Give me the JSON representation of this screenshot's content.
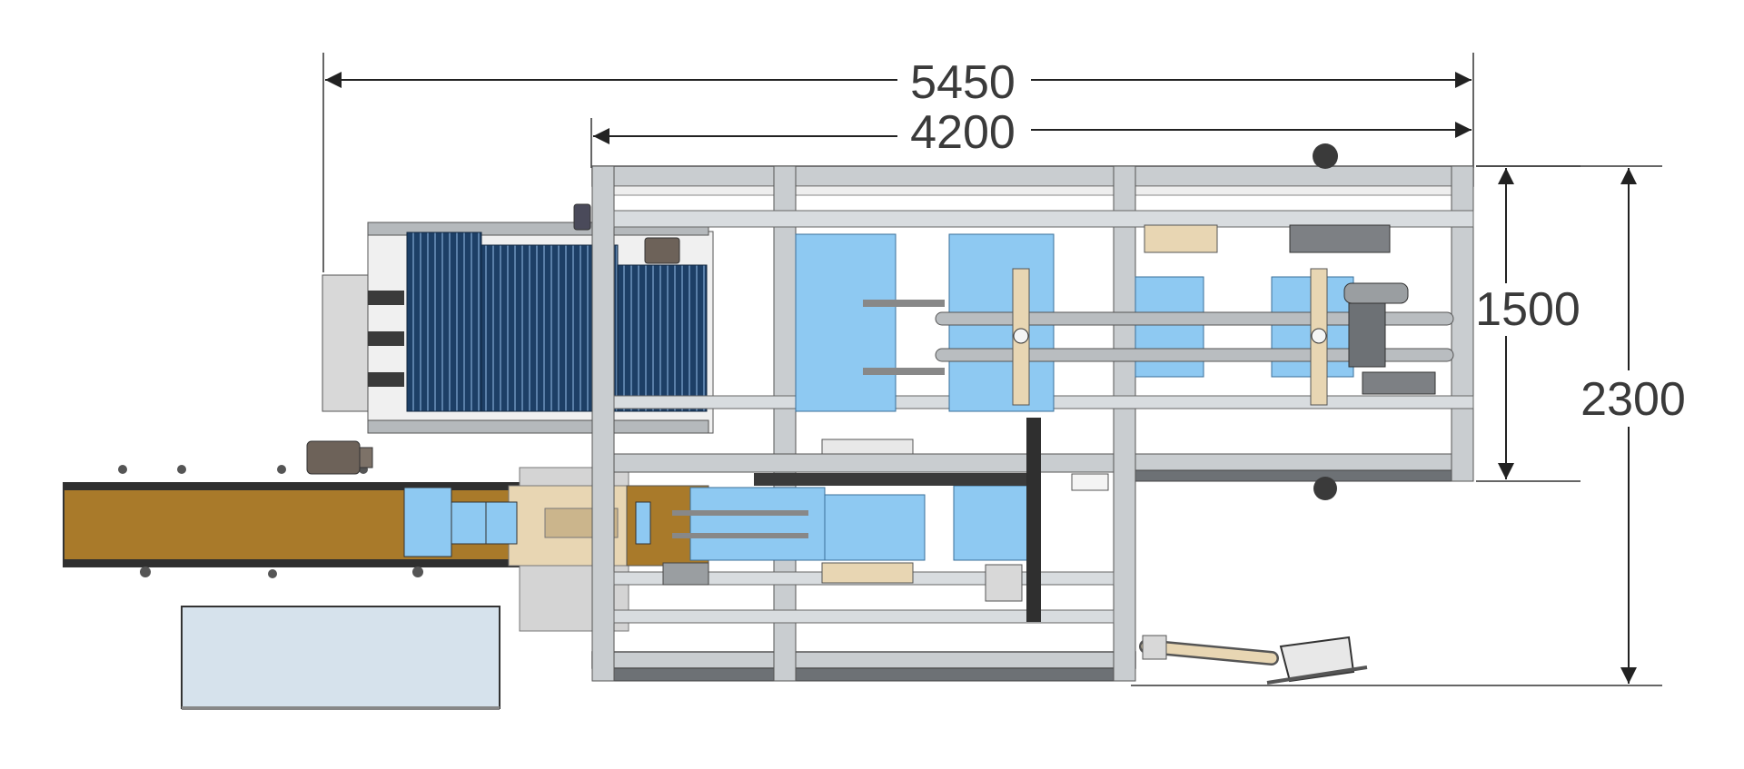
{
  "dimensions": {
    "overall_length": "5450",
    "frame_length": "4200",
    "upper_width": "1500",
    "overall_width": "2300"
  },
  "colors": {
    "frame_steel": "#c9cdd0",
    "frame_dark": "#6d7175",
    "panel_blue": "#8ec9f2",
    "panel_blue_dark": "#5da8e0",
    "magazine_navy": "#1d3f66",
    "conveyor_brown": "#a97a2a",
    "table_pale": "#d6e2ec",
    "rail_tan": "#e8d6b3"
  }
}
